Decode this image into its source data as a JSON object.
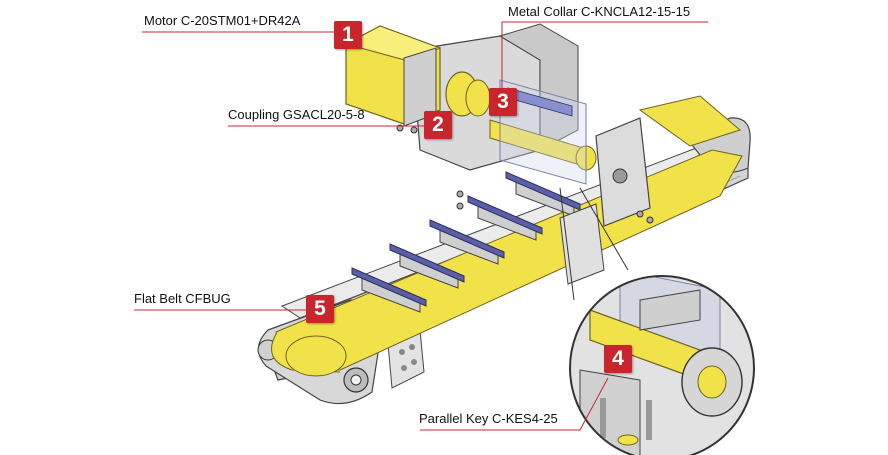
{
  "callouts": [
    {
      "number": "1",
      "label": "Motor C-20STM01+DR42A"
    },
    {
      "number": "2",
      "label": "Coupling  GSACL20-5-8"
    },
    {
      "number": "3",
      "label": "Metal Collar  C-KNCLA12-15-15"
    },
    {
      "number": "4",
      "label": "Parallel Key C-KES4-25"
    },
    {
      "number": "5",
      "label": "Flat Belt  CFBUG"
    }
  ],
  "colors": {
    "badge": "#c8252c",
    "leader": "#c8252c",
    "belt": "#f2e24a",
    "frame": "#d9d9d9",
    "cleat": "#5a5fa8"
  }
}
